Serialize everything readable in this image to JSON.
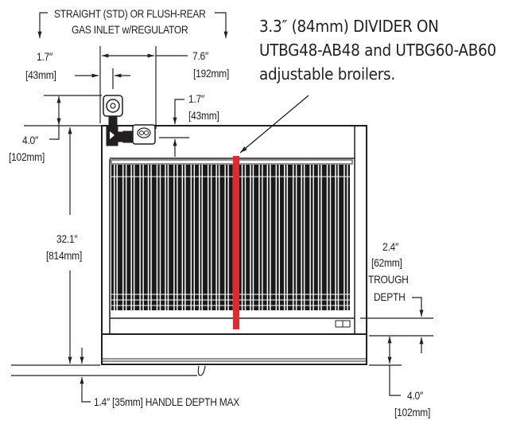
{
  "diagram": {
    "type": "technical-dimension-drawing",
    "subject": "Adjustable broiler side elevation with dimensions",
    "note": {
      "line1": "3.3″ (84mm) DIVIDER ON",
      "line2": "UTBG48-AB48 and UTBG60-AB60",
      "line3": "adjustable broilers."
    },
    "gas_inlet": {
      "line1": "STRAIGHT (STD) OR FLUSH-REAR",
      "line2": "GAS INLET w/REGULATOR"
    },
    "dimensions": {
      "inlet_offset": {
        "inch": "1.7″",
        "mm": "[43mm]"
      },
      "inlet_span": {
        "inch": "7.6″",
        "mm": "[192mm]"
      },
      "regulator_height": {
        "inch": "1.7″",
        "mm": "[43mm]"
      },
      "inlet_height": {
        "inch": "4.0″",
        "mm": "[102mm]"
      },
      "overall_height": {
        "inch": "32.1″",
        "mm": "[814mm]"
      },
      "trough_depth": {
        "inch": "2.4″",
        "mm": "[62mm]",
        "label1": "TROUGH",
        "label2": "DEPTH"
      },
      "base_height": {
        "inch": "4.0″",
        "mm": "[102mm]"
      },
      "handle_depth": {
        "text": "1.4″ [35mm] HANDLE DEPTH MAX"
      }
    },
    "colors": {
      "line": "#231f20",
      "divider": "#e0282e",
      "background": "#ffffff"
    }
  }
}
